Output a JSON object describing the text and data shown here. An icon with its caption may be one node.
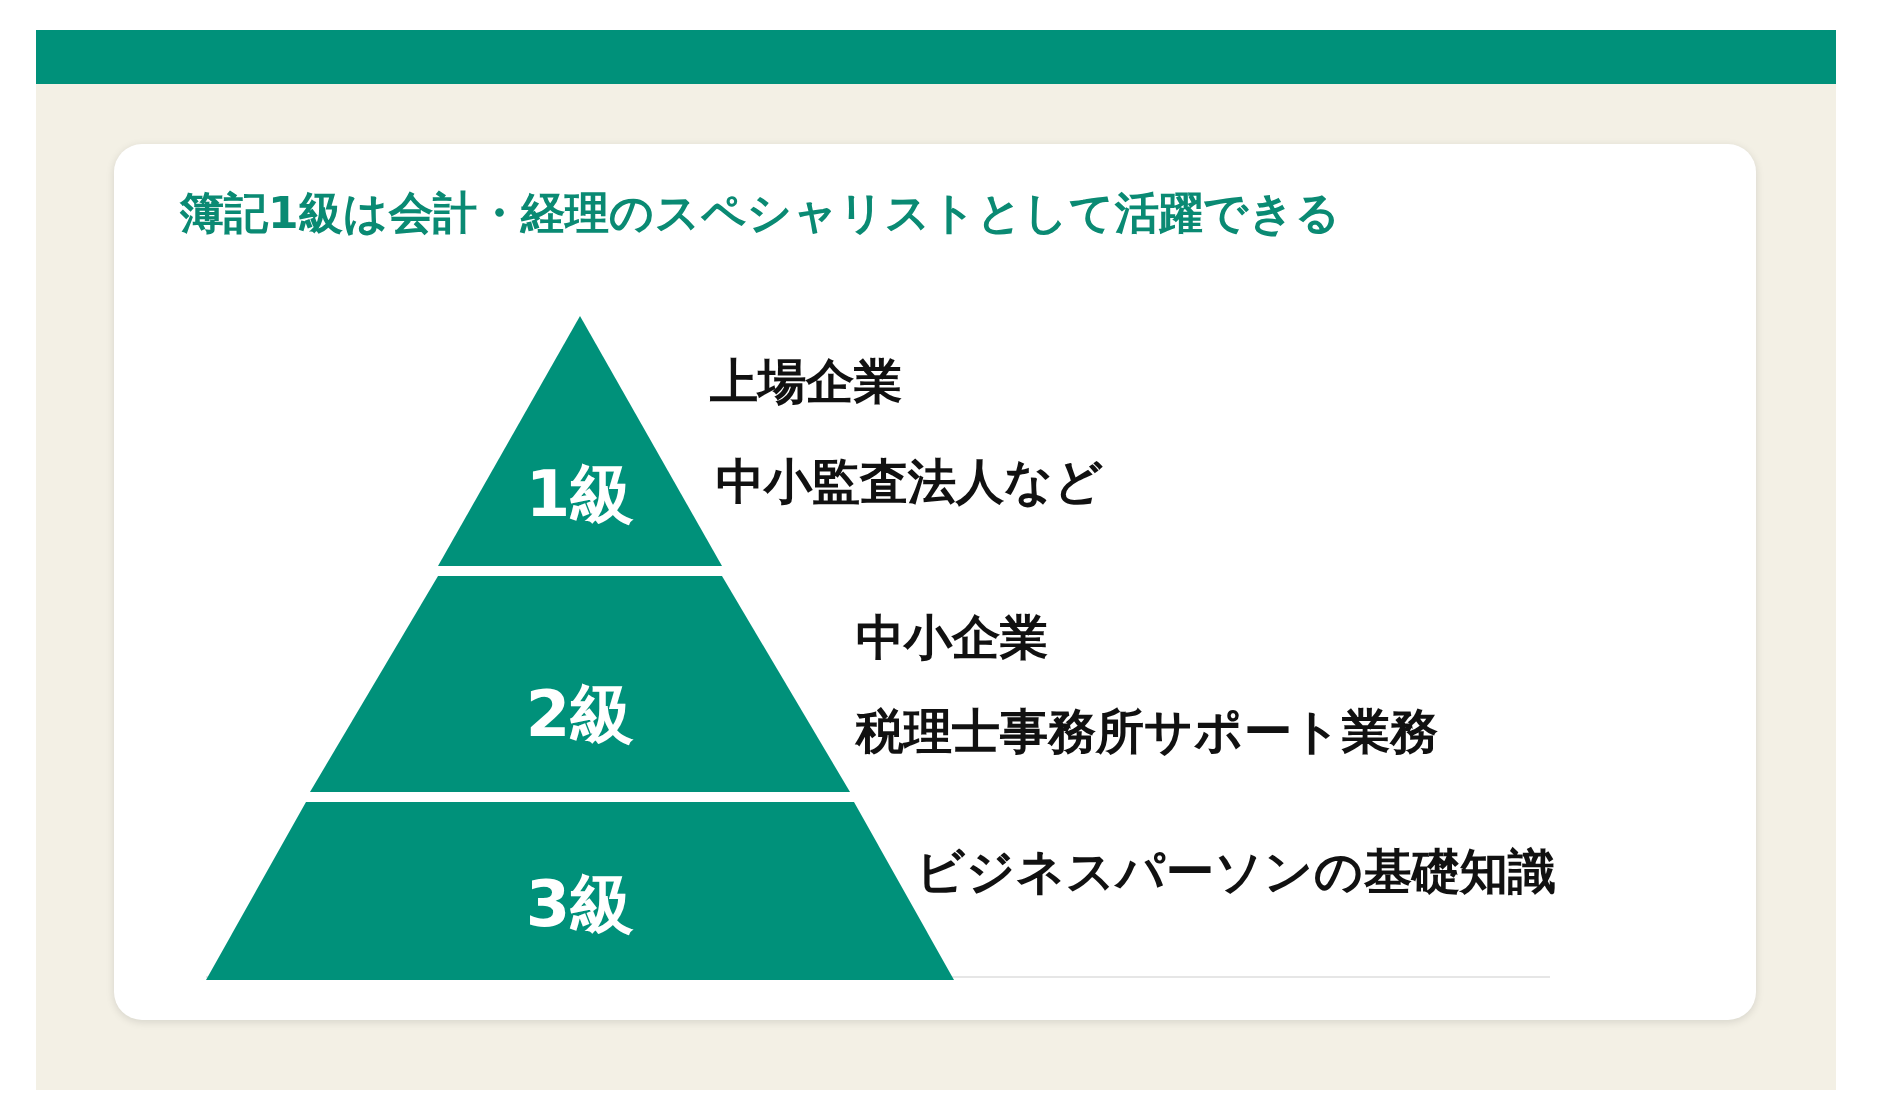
{
  "diagram": {
    "title": "簿記1級は会計・経理のスペシャリストとして活躍できる",
    "nodes": [
      {
        "text": [
          "1級"
        ],
        "beside": [
          "上場企業",
          "中小監査法人など"
        ]
      },
      {
        "text": [
          "2級"
        ],
        "beside": [
          "中小企業",
          "税理士事務所サポート業務"
        ]
      },
      {
        "text": [
          "3級"
        ],
        "beside": [
          "ビジネスパーソンの基礎知識"
        ]
      }
    ]
  }
}
